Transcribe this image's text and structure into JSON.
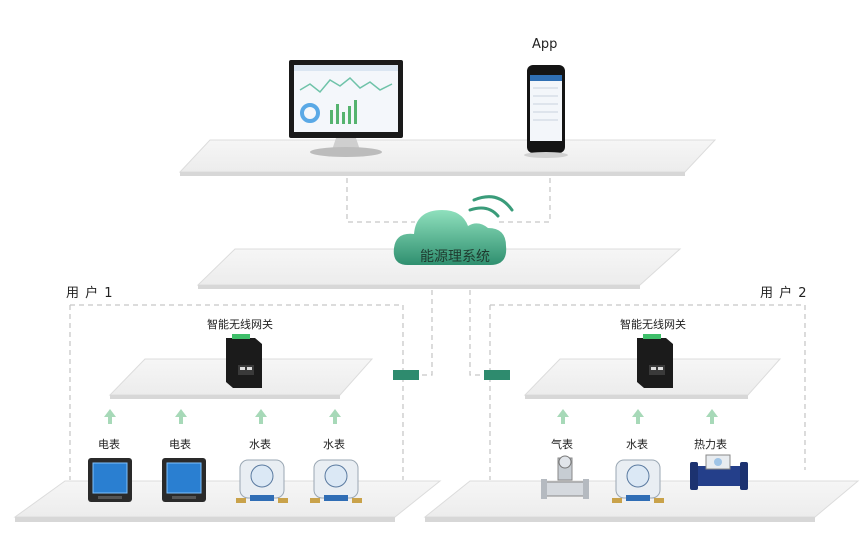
{
  "diagram": {
    "app_label": "App",
    "cloud_label": "能源理系统",
    "user1": {
      "title": "用 户 1",
      "gateway_label": "智能无线网关",
      "devices": [
        {
          "label": "电表",
          "icon": "electric-meter-icon"
        },
        {
          "label": "电表",
          "icon": "electric-meter-icon"
        },
        {
          "label": "水表",
          "icon": "water-meter-icon"
        },
        {
          "label": "水表",
          "icon": "water-meter-icon"
        }
      ]
    },
    "user2": {
      "title": "用 户 2",
      "gateway_label": "智能无线网关",
      "devices": [
        {
          "label": "气表",
          "icon": "gas-meter-icon"
        },
        {
          "label": "水表",
          "icon": "water-meter-icon"
        },
        {
          "label": "热力表",
          "icon": "heat-meter-icon"
        }
      ]
    },
    "colors": {
      "platform_top": "#f2f2f2",
      "platform_edge": "#d9d9d9",
      "dashed_line": "#c8c8c8",
      "arrow": "#a7d9b8",
      "connector": "#2e8b6e",
      "cloud_light": "#7fd1b0",
      "cloud_dark": "#3a9c7a"
    }
  }
}
